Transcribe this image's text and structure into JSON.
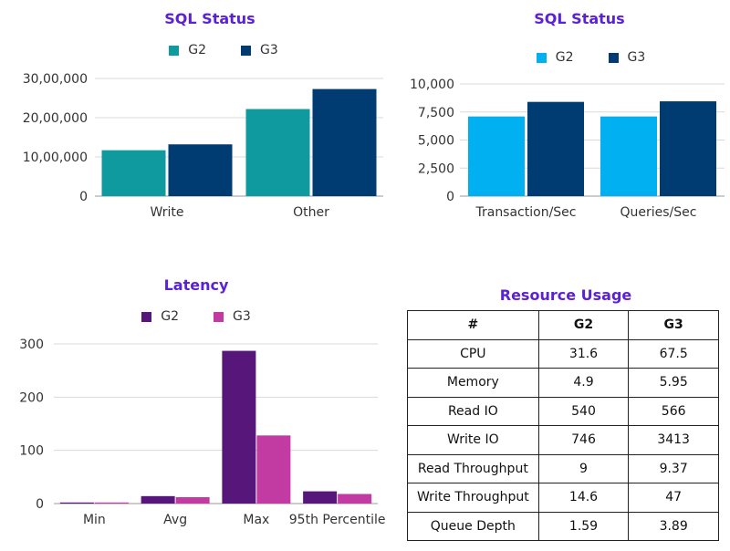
{
  "colors": {
    "title": "#5b21d6",
    "c1_g2": "#0e9a9e",
    "c1_g3": "#003b72",
    "c2_g2": "#00b0f0",
    "c2_g3": "#003b72",
    "c3_g2": "#57177a",
    "c3_g3": "#c13ba3",
    "grid": "#d9d9d9",
    "axis": "#999999"
  },
  "chart_data": [
    {
      "type": "bar",
      "title": "SQL Status",
      "categories": [
        "Write",
        "Other"
      ],
      "series": [
        {
          "name": "G2",
          "values": [
            1170000,
            2220000
          ]
        },
        {
          "name": "G3",
          "values": [
            1320000,
            2730000
          ]
        }
      ],
      "ylim": [
        0,
        3000000
      ],
      "yticks": [
        0,
        1000000,
        2000000,
        3000000
      ],
      "ytick_labels": [
        "0",
        "10,00,000",
        "20,00,000",
        "30,00,000"
      ],
      "grid": true,
      "legend": "top-center"
    },
    {
      "type": "bar",
      "title": "SQL Status",
      "categories": [
        "Transaction/Sec",
        "Queries/Sec"
      ],
      "series": [
        {
          "name": "G2",
          "values": [
            7100,
            7100
          ]
        },
        {
          "name": "G3",
          "values": [
            8400,
            8450
          ]
        }
      ],
      "ylim": [
        0,
        10000
      ],
      "yticks": [
        0,
        2500,
        5000,
        7500,
        10000
      ],
      "ytick_labels": [
        "0",
        "2,500",
        "5,000",
        "7,500",
        "10,000"
      ],
      "grid": true,
      "legend": "top-center"
    },
    {
      "type": "bar",
      "title": "Latency",
      "categories": [
        "Min",
        "Avg",
        "Max",
        "95th Percentile"
      ],
      "series": [
        {
          "name": "G2",
          "values": [
            2,
            14,
            287,
            23
          ]
        },
        {
          "name": "G3",
          "values": [
            2,
            12,
            128,
            18
          ]
        }
      ],
      "ylim": [
        0,
        300
      ],
      "yticks": [
        0,
        100,
        200,
        300
      ],
      "ytick_labels": [
        "0",
        "100",
        "200",
        "300"
      ],
      "grid": true,
      "legend": "top-center"
    },
    {
      "type": "table",
      "title": "Resource Usage",
      "columns": [
        "#",
        "G2",
        "G3"
      ],
      "rows": [
        [
          "CPU",
          "31.6",
          "67.5"
        ],
        [
          "Memory",
          "4.9",
          "5.95"
        ],
        [
          "Read IO",
          "540",
          "566"
        ],
        [
          "Write IO",
          "746",
          "3413"
        ],
        [
          "Read Throughput",
          "9",
          "9.37"
        ],
        [
          "Write Throughput",
          "14.6",
          "47"
        ],
        [
          "Queue Depth",
          "1.59",
          "3.89"
        ]
      ]
    }
  ]
}
